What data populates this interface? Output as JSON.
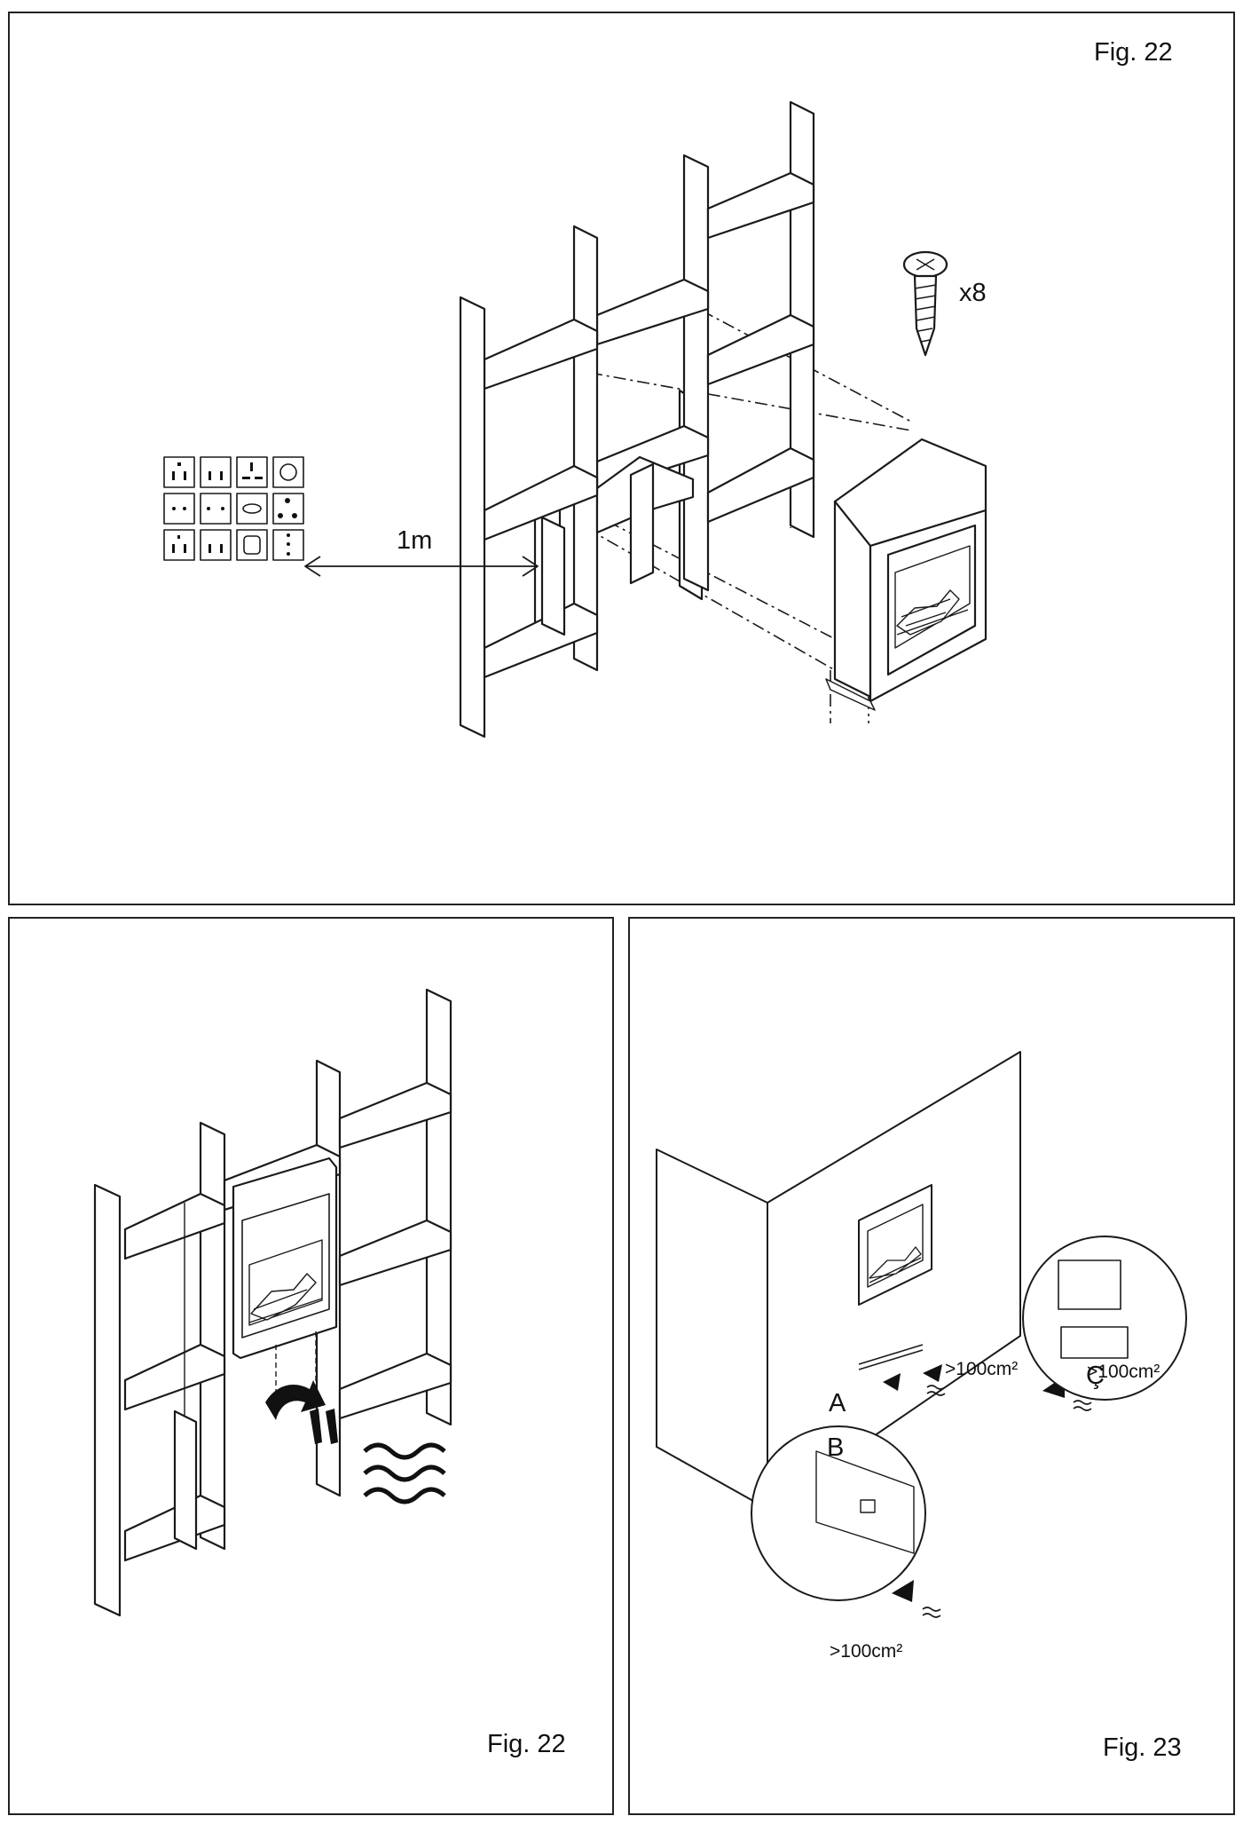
{
  "figures": [
    {
      "caption": "Fig. 22",
      "screw_count": "x8",
      "distance": "1m"
    },
    {
      "caption": "Fig. 22"
    },
    {
      "caption": "Fig. 23",
      "label_a": "A",
      "label_b": "B",
      "label_c": "Ç",
      "area_a": ">100cm²",
      "area_b": ">100cm²",
      "area_c": ">100cm²"
    }
  ],
  "socket_types_grid": "3x4",
  "icons": [
    "screw-icon",
    "socket-types-icon",
    "airflow-arrow-icon",
    "heat-waves-icon"
  ]
}
